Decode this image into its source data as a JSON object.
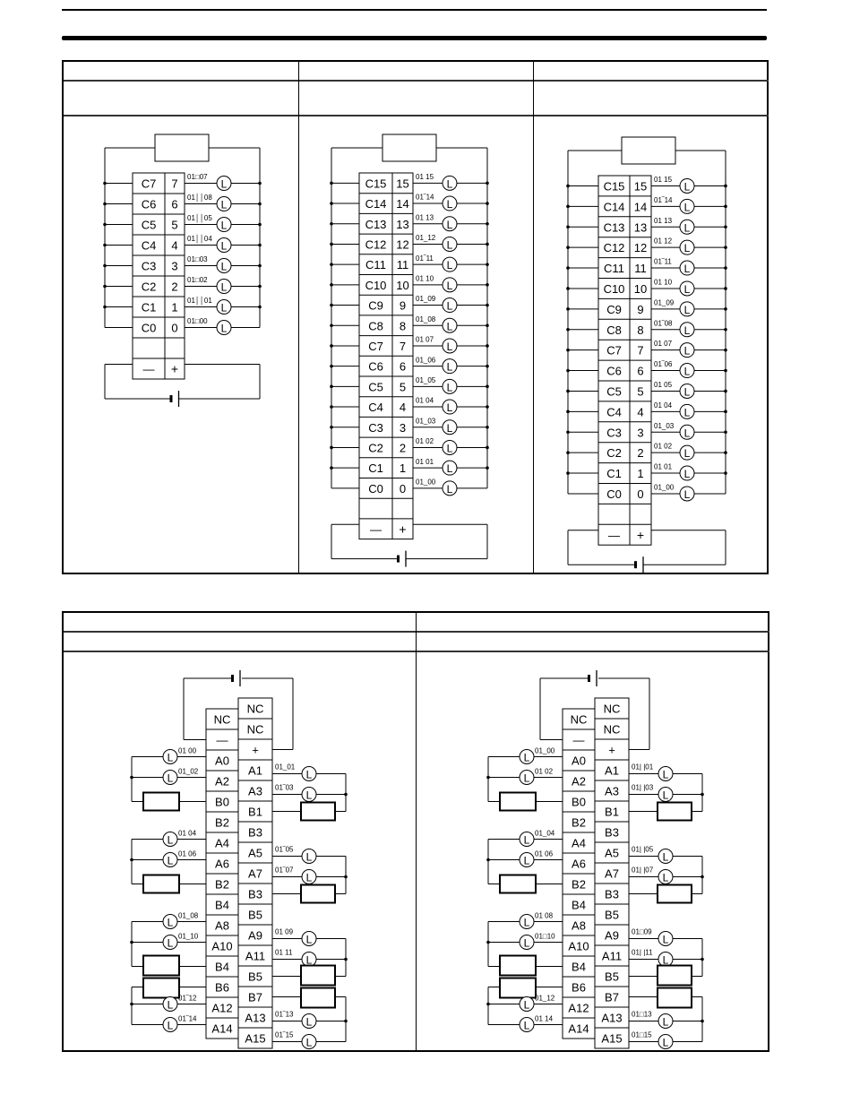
{
  "page": {
    "header_rules": [
      "thin",
      "thick"
    ]
  },
  "table_top": {
    "columns": [
      {
        "header": "",
        "subheader": ""
      },
      {
        "header": "",
        "subheader": ""
      },
      {
        "header": "",
        "subheader": ""
      }
    ],
    "diagrams": [
      {
        "name": "8-point-output",
        "load_box": true,
        "rows": [
          {
            "c": "C7",
            "n": "7",
            "addr": "01□07"
          },
          {
            "c": "C6",
            "n": "6",
            "addr": "01││08"
          },
          {
            "c": "C5",
            "n": "5",
            "addr": "01││05"
          },
          {
            "c": "C4",
            "n": "4",
            "addr": "01││04"
          },
          {
            "c": "C3",
            "n": "3",
            "addr": "01□03"
          },
          {
            "c": "C2",
            "n": "2",
            "addr": "01□02"
          },
          {
            "c": "C1",
            "n": "1",
            "addr": "01││01"
          },
          {
            "c": "C0",
            "n": "0",
            "addr": "01□00"
          }
        ],
        "lamp": "L",
        "minus": "—",
        "plus": "+"
      },
      {
        "name": "16-point-output-a",
        "load_box": true,
        "rows": [
          {
            "c": "C15",
            "n": "15",
            "addr": "01  15"
          },
          {
            "c": "C14",
            "n": "14",
            "addr": "01‾14"
          },
          {
            "c": "C13",
            "n": "13",
            "addr": "01  13"
          },
          {
            "c": "C12",
            "n": "12",
            "addr": "01_12"
          },
          {
            "c": "C11",
            "n": "11",
            "addr": "01‾11"
          },
          {
            "c": "C10",
            "n": "10",
            "addr": "01  10"
          },
          {
            "c": "C9",
            "n": "9",
            "addr": "01_09"
          },
          {
            "c": "C8",
            "n": "8",
            "addr": "01_08"
          },
          {
            "c": "C7",
            "n": "7",
            "addr": "01  07"
          },
          {
            "c": "C6",
            "n": "6",
            "addr": "01_06"
          },
          {
            "c": "C5",
            "n": "5",
            "addr": "01_05"
          },
          {
            "c": "C4",
            "n": "4",
            "addr": "01  04"
          },
          {
            "c": "C3",
            "n": "3",
            "addr": "01_03"
          },
          {
            "c": "C2",
            "n": "2",
            "addr": "01  02"
          },
          {
            "c": "C1",
            "n": "1",
            "addr": "01  01"
          },
          {
            "c": "C0",
            "n": "0",
            "addr": "01_00"
          }
        ],
        "lamp": "L",
        "minus": "—",
        "plus": "+"
      },
      {
        "name": "16-point-output-b",
        "load_box": true,
        "rows": [
          {
            "c": "C15",
            "n": "15",
            "addr": "01  15"
          },
          {
            "c": "C14",
            "n": "14",
            "addr": "01‾14"
          },
          {
            "c": "C13",
            "n": "13",
            "addr": "01  13"
          },
          {
            "c": "C12",
            "n": "12",
            "addr": "01  12"
          },
          {
            "c": "C11",
            "n": "11",
            "addr": "01‾11"
          },
          {
            "c": "C10",
            "n": "10",
            "addr": "01  10"
          },
          {
            "c": "C9",
            "n": "9",
            "addr": "01_09"
          },
          {
            "c": "C8",
            "n": "8",
            "addr": "01‾08"
          },
          {
            "c": "C7",
            "n": "7",
            "addr": "01  07"
          },
          {
            "c": "C6",
            "n": "6",
            "addr": "01‾06"
          },
          {
            "c": "C5",
            "n": "5",
            "addr": "01  05"
          },
          {
            "c": "C4",
            "n": "4",
            "addr": "01  04"
          },
          {
            "c": "C3",
            "n": "3",
            "addr": "01_03"
          },
          {
            "c": "C2",
            "n": "2",
            "addr": "01  02"
          },
          {
            "c": "C1",
            "n": "1",
            "addr": "01  01"
          },
          {
            "c": "C0",
            "n": "0",
            "addr": "01_00"
          }
        ],
        "lamp": "L",
        "minus": "—",
        "plus": "+"
      }
    ]
  },
  "table_bottom": {
    "columns": [
      {
        "header": "",
        "subheader": ""
      },
      {
        "header": "",
        "subheader": ""
      }
    ],
    "diagrams": [
      {
        "name": "32-point-output-a",
        "left_col": [
          "NC",
          "—",
          "A0",
          "A2",
          "B0",
          "B2",
          "A4",
          "A6",
          "B2",
          "B4",
          "A8",
          "A10",
          "B4",
          "B6",
          "A12",
          "A14"
        ],
        "right_col": [
          "NC",
          "NC",
          "+",
          "A1",
          "A3",
          "B1",
          "B3",
          "A5",
          "A7",
          "B3",
          "B5",
          "A9",
          "A11",
          "B5",
          "B7",
          "A13",
          "A15"
        ],
        "left_addrs": [
          "01  00",
          "01_02",
          "01  04",
          "01  06",
          "01_08",
          "01_10",
          "01‾12",
          "01‾14"
        ],
        "right_addrs": [
          "01_01",
          "01‾03",
          "01‾05",
          "01‾07",
          "01  09",
          "01  11",
          "01‾13",
          "01‾15"
        ],
        "lamp": "L"
      },
      {
        "name": "32-point-output-b",
        "left_col": [
          "NC",
          "—",
          "A0",
          "A2",
          "B0",
          "B2",
          "A4",
          "A6",
          "B2",
          "B4",
          "A8",
          "A10",
          "B4",
          "B6",
          "A12",
          "A14"
        ],
        "right_col": [
          "NC",
          "NC",
          "+",
          "A1",
          "A3",
          "B1",
          "B3",
          "A5",
          "A7",
          "B3",
          "B5",
          "A9",
          "A11",
          "B5",
          "B7",
          "A13",
          "A15"
        ],
        "left_addrs": [
          "01_00",
          "01  02",
          "01_04",
          "01  06",
          "01  08",
          "01□10",
          "01_12",
          "01  14"
        ],
        "right_addrs": [
          "01| |01",
          "01| |03",
          "01| |05",
          "01| |07",
          "01□09",
          "01| |11",
          "01□13",
          "01□15"
        ],
        "lamp": "L"
      }
    ]
  }
}
